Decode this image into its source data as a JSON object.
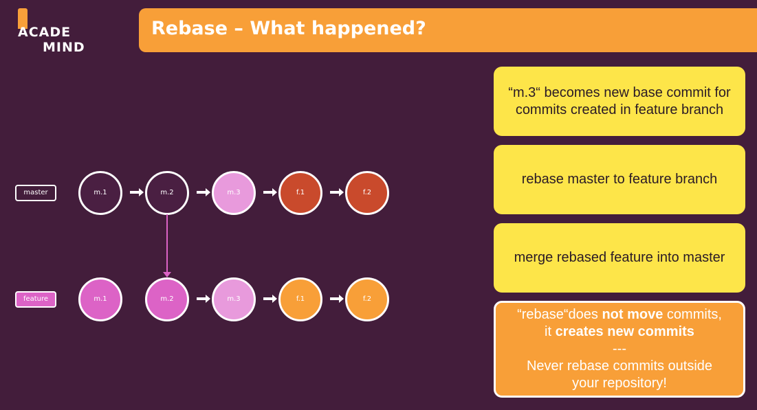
{
  "logo": {
    "line1": "ACADE",
    "line2": "MIND"
  },
  "title": "Rebase – What happened?",
  "branches": {
    "master": "master",
    "feature": "feature"
  },
  "colors": {
    "background": "#431d3b",
    "orange": "#f89f38",
    "yellow": "#fde549",
    "pink": "#dc63c6",
    "light_pink": "#e89adc",
    "red": "#c94a2c"
  },
  "master_nodes": [
    "m.1",
    "m.2",
    "m.3",
    "f.1",
    "f.2"
  ],
  "feature_nodes": [
    "m.1",
    "m.2",
    "m.3",
    "f.1",
    "f.2"
  ],
  "notes": {
    "note1": "“m.3“ becomes new base commit for commits created in feature branch",
    "note2": "rebase master to feature branch",
    "note3": "merge rebased feature into master"
  },
  "warning": {
    "part1": "“rebase“does ",
    "bold1": "not move",
    "part2": " commits,",
    "part3": "it ",
    "bold2": "creates new commits",
    "separator": "---",
    "line3": "Never rebase commits outside",
    "line4": "your repository!"
  }
}
